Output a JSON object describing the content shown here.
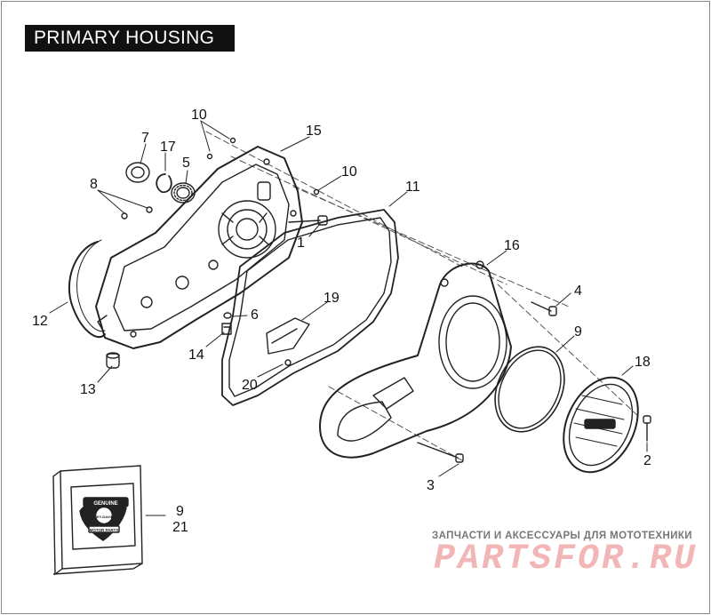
{
  "title": "PRIMARY HOUSING",
  "callouts": [
    {
      "id": "c10a",
      "text": "10"
    },
    {
      "id": "c15",
      "text": "15"
    },
    {
      "id": "c7",
      "text": "7"
    },
    {
      "id": "c17",
      "text": "17"
    },
    {
      "id": "c5",
      "text": "5"
    },
    {
      "id": "c8",
      "text": "8"
    },
    {
      "id": "c10b",
      "text": "10"
    },
    {
      "id": "c11",
      "text": "11"
    },
    {
      "id": "c1",
      "text": "1"
    },
    {
      "id": "c16",
      "text": "16"
    },
    {
      "id": "c12",
      "text": "12"
    },
    {
      "id": "c19",
      "text": "19"
    },
    {
      "id": "c6",
      "text": "6"
    },
    {
      "id": "c4",
      "text": "4"
    },
    {
      "id": "c9a",
      "text": "9"
    },
    {
      "id": "c14",
      "text": "14"
    },
    {
      "id": "c18",
      "text": "18"
    },
    {
      "id": "c13",
      "text": "13"
    },
    {
      "id": "c20",
      "text": "20"
    },
    {
      "id": "c2",
      "text": "2"
    },
    {
      "id": "c3",
      "text": "3"
    },
    {
      "id": "c9b",
      "text": "9"
    },
    {
      "id": "c21",
      "text": "21"
    }
  ],
  "package_logo": {
    "top": "GENUINE",
    "middle": "HARLEY-DAVIDSON",
    "bottom": "MOTOR PARTS"
  },
  "watermark": {
    "line": "ЗАПЧАСТИ И АКСЕССУАРЫ ДЛЯ МОТОТЕХНИКИ",
    "brand": "PARTSFOR.RU"
  }
}
